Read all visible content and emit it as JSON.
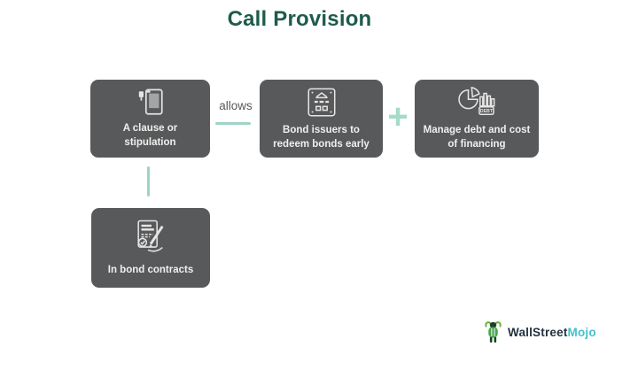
{
  "title": "Call Provision",
  "diagram": {
    "clause_box": {
      "label": "A clause or stipulation",
      "icon": "document-stamp-icon"
    },
    "allows_connector": {
      "label": "allows"
    },
    "issuers_box": {
      "label": "Bond issuers to redeem bonds early",
      "icon": "bond-certificate-icon"
    },
    "plus_sign": "+",
    "manage_box": {
      "label": "Manage debt and cost of financing",
      "icon": "debt-pie-chart-icon",
      "icon_tag": "DEBT"
    },
    "contracts_box": {
      "label": "In bond contracts",
      "icon": "contract-signing-icon"
    }
  },
  "logo": {
    "text_primary": "WallStreet",
    "text_accent": "Mojo",
    "icon": "bull-icon"
  },
  "colors": {
    "title": "#1e5b4b",
    "box_bg": "#58595b",
    "box_text": "#f0efee",
    "connector": "#9fd3c6",
    "plus": "#a5dbc8",
    "allows_text": "#57585c",
    "logo_primary": "#22313f",
    "logo_accent": "#45c0cb",
    "logo_green": "#4aa74c"
  }
}
